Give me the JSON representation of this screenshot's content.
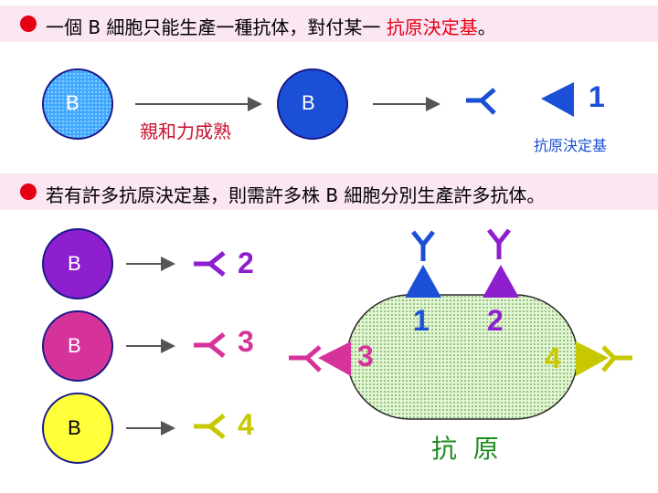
{
  "header1": {
    "pre": "一個 B 細胞只能生產一種抗体，對付某一 ",
    "highlight": "抗原決定基",
    "post": "。"
  },
  "header2": {
    "text": "若有許多抗原決定基，則需許多株 B 細胞分別生產許多抗体。"
  },
  "top_row": {
    "cell1_label": "B",
    "arrow_label": "親和力成熟",
    "cell2_label": "B",
    "epitope_number": "1",
    "epitope_caption": "抗原決定基"
  },
  "bottom_cells": [
    {
      "label": "B",
      "number": "2",
      "color": "#8e1fcf"
    },
    {
      "label": "B",
      "number": "3",
      "color": "#d6339a"
    },
    {
      "label": "B",
      "number": "4",
      "color": "#c8c800"
    }
  ],
  "antigen": {
    "label": "抗  原",
    "epitope_numbers": [
      "1",
      "2",
      "3",
      "4"
    ]
  },
  "colors": {
    "blue": "#1a4fd6",
    "purple": "#8e1fcf",
    "magenta": "#d6339a",
    "yellow": "#c8c800",
    "antigen_fill": "#d9f2c2",
    "antigen_dots": "#2e8b2e",
    "red": "#e60012"
  }
}
